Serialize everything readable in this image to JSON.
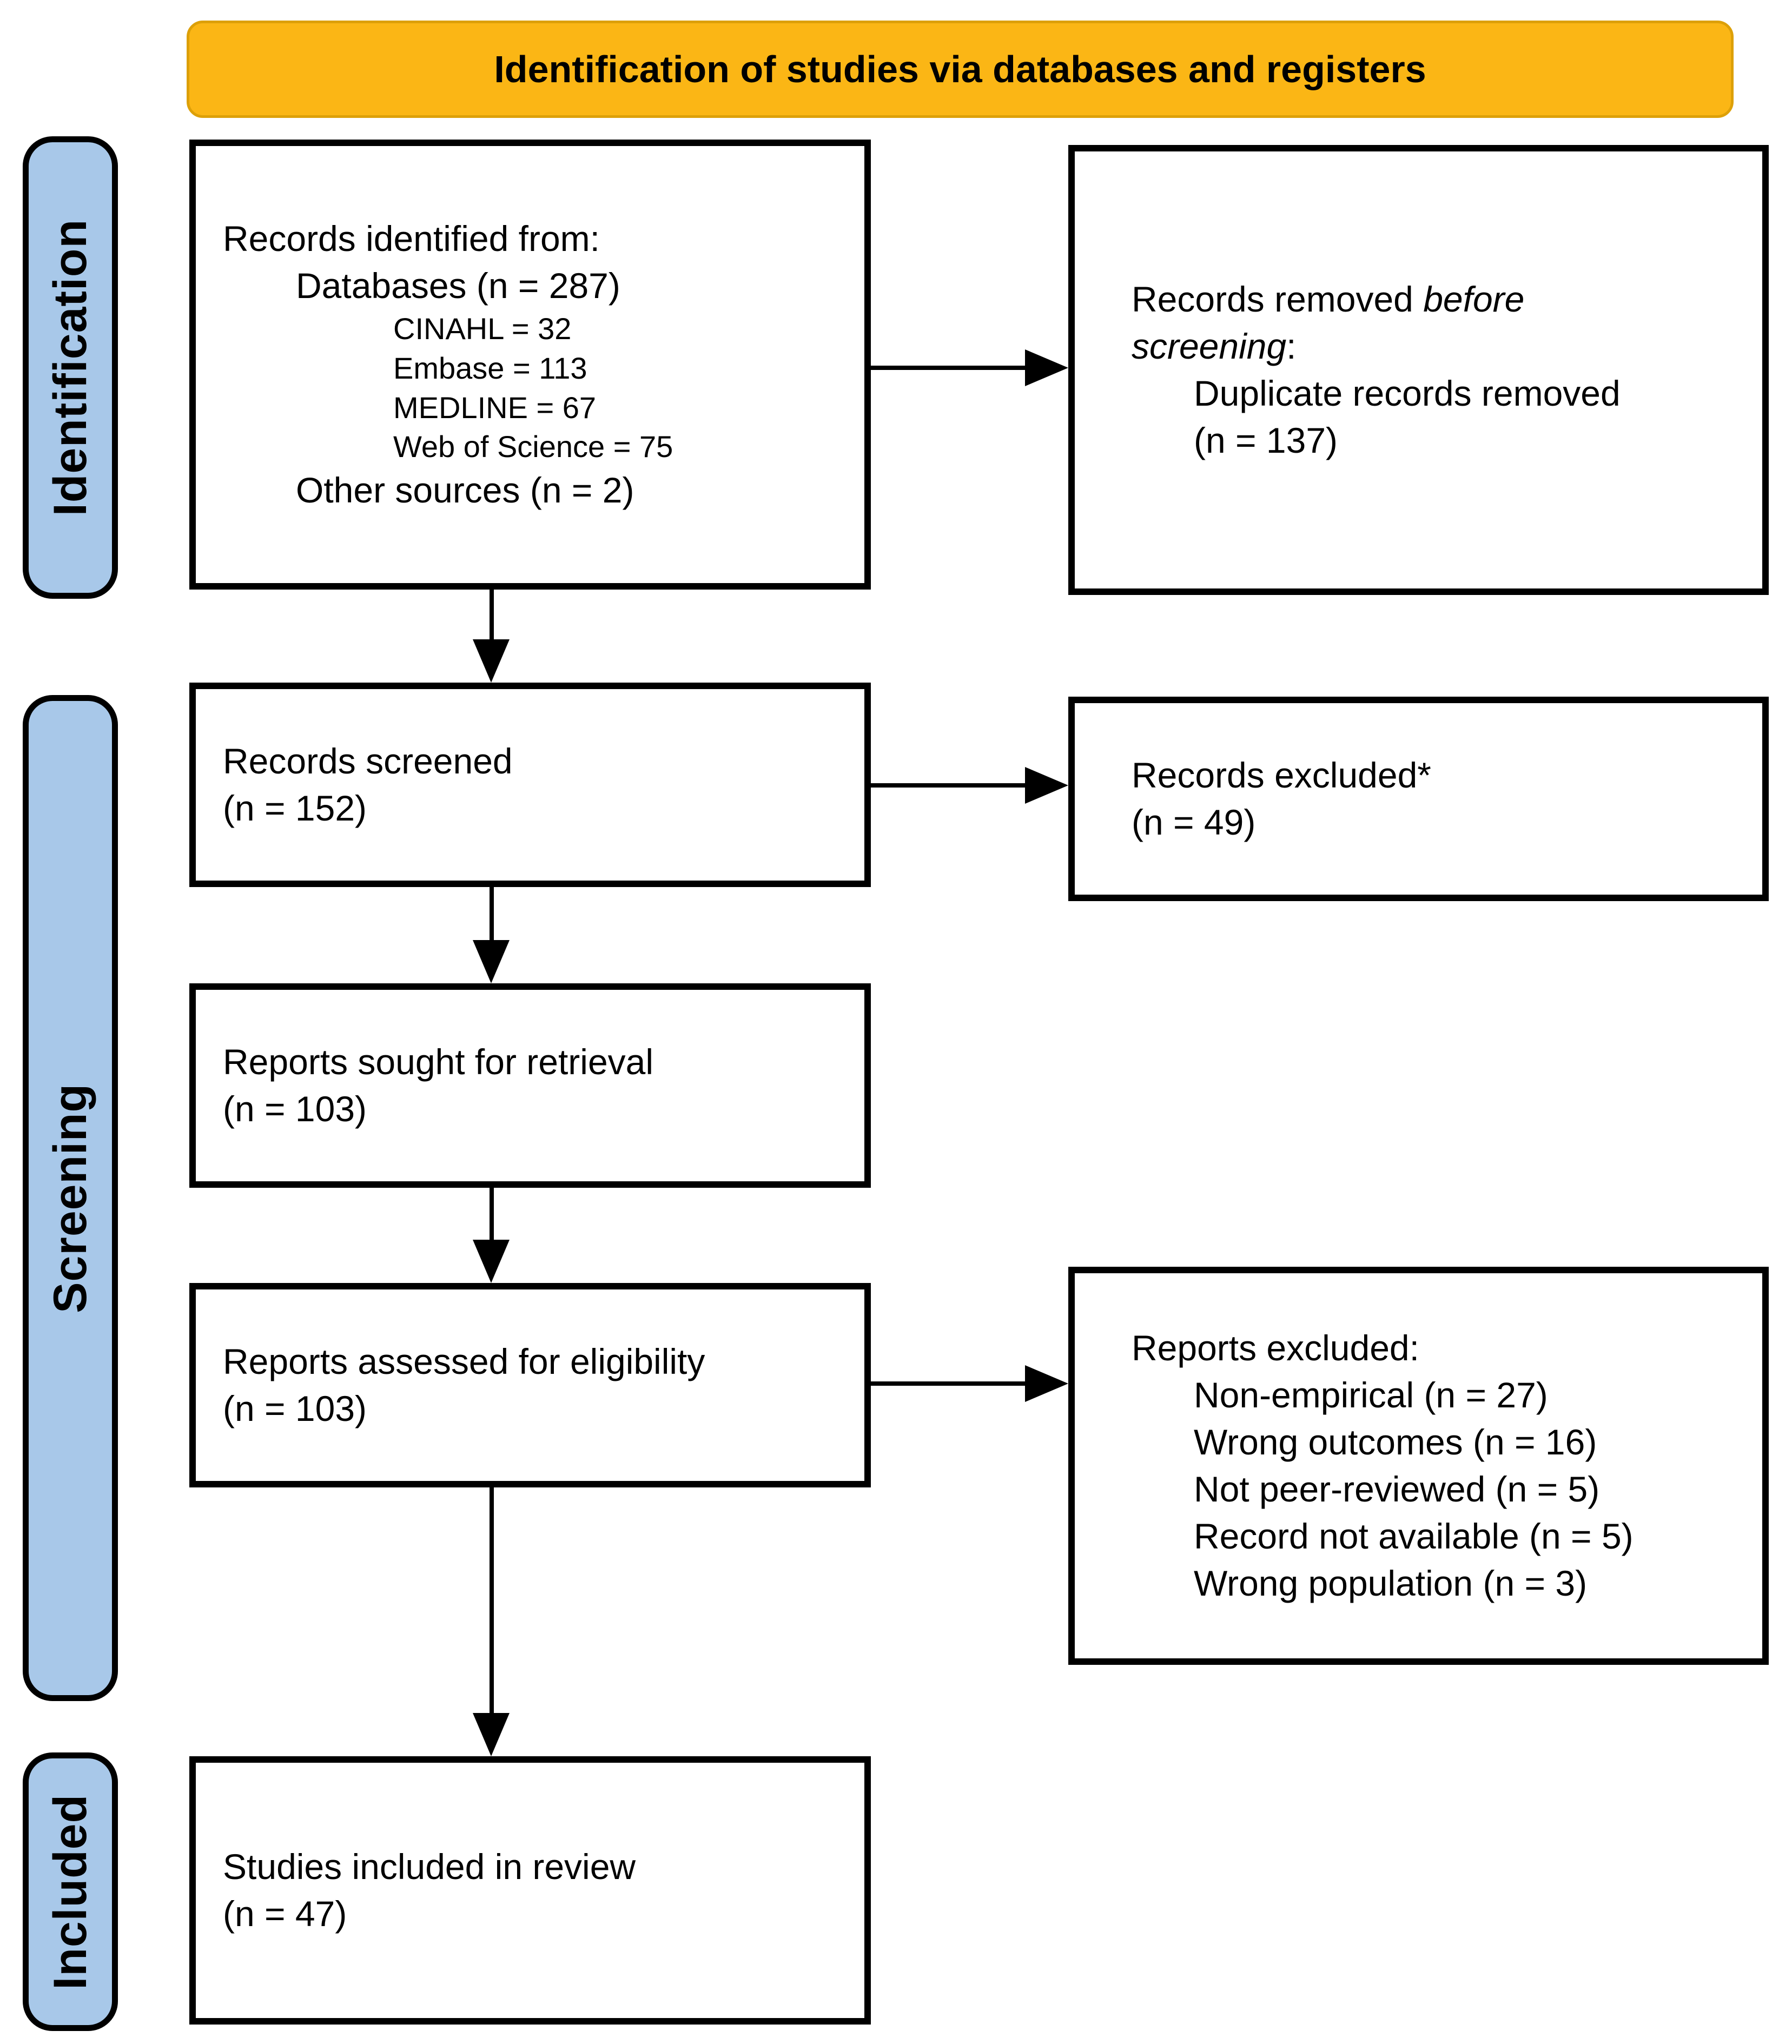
{
  "banner": {
    "label": "Identification of studies via databases and registers"
  },
  "sidebar": {
    "tabs": [
      {
        "label": "Identification"
      },
      {
        "label": "Screening"
      },
      {
        "label": "Included"
      }
    ]
  },
  "boxes": {
    "records_identified": {
      "line1": "Records identified from:",
      "line2": "Databases (n = 287)",
      "sub_items": [
        "CINAHL = 32",
        "Embase = 113",
        "MEDLINE = 67",
        "Web of Science = 75"
      ],
      "line3": "Other sources (n = 2)"
    },
    "records_removed": {
      "line1_prefix": "Records removed ",
      "line1_italic": "before screening",
      "line1_suffix": ":",
      "item": "Duplicate records removed",
      "item_n": "(n = 137)"
    },
    "records_screened": {
      "line1": "Records screened",
      "line2": "(n = 152)"
    },
    "records_excluded": {
      "line1": "Records excluded*",
      "line2": "(n = 49)"
    },
    "reports_sought": {
      "line1": "Reports sought for retrieval",
      "line2": "(n = 103)"
    },
    "reports_assessed": {
      "line1": "Reports assessed for eligibility",
      "line2": "(n = 103)"
    },
    "reports_excluded": {
      "title": "Reports excluded:",
      "items": [
        "Non-empirical (n = 27)",
        "Wrong outcomes (n = 16)",
        "Not peer-reviewed (n = 5)",
        "Record not available (n = 5)",
        "Wrong population (n = 3)"
      ]
    },
    "studies_included": {
      "line1": "Studies included in review",
      "line2": "(n = 47)"
    }
  },
  "colors": {
    "banner_bg": "#FBB615",
    "banner_border": "#DDA008",
    "stage_tab_bg": "#A8C8E9",
    "box_border": "#000000",
    "text": "#000000",
    "background": "#FFFFFF"
  }
}
